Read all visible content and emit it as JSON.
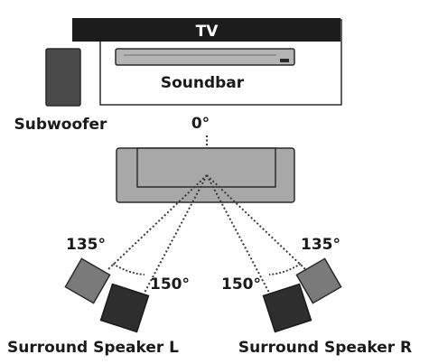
{
  "tv": {
    "label": "TV"
  },
  "soundbar": {
    "label": "Soundbar"
  },
  "subwoofer": {
    "label": "Subwoofer"
  },
  "angles": {
    "front": "0°",
    "left_outer": "135°",
    "left_inner": "150°",
    "right_outer": "135°",
    "right_inner": "150°"
  },
  "speakers": {
    "left": "Surround Speaker L",
    "right": "Surround Speaker R"
  },
  "colors": {
    "tv_bar": "#1c1c1c",
    "soundbar_body": "#b4b4b4",
    "subwoofer_body": "#4a4a4a",
    "sofa_body": "#a8a8a8",
    "speaker_outer": "#7a7a7a",
    "speaker_inner": "#2e2e2e",
    "line": "#3a3a3a"
  }
}
